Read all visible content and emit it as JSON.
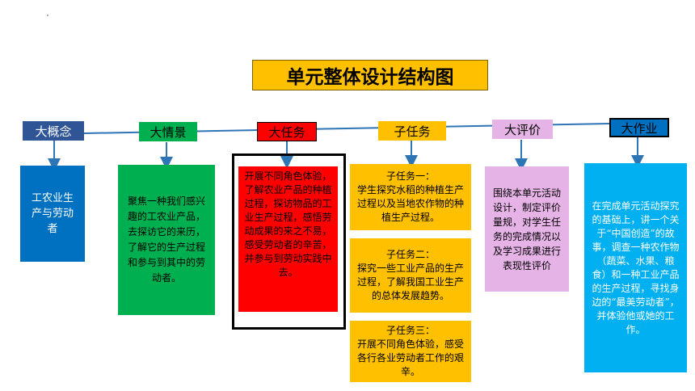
{
  "title": "单元整体设计结构图",
  "columns": [
    {
      "header": "大概念",
      "body": "工农业生产与劳动者"
    },
    {
      "header": "大情景",
      "body": "聚焦一种我们感兴趣的工农业产品，去探访它的来历，了解它的生产过程和参与到其中的劳动者。"
    },
    {
      "header": "大任务",
      "body": "开展不同角色体验，了解农业产品的种植过程，探访物品的工业生产过程，感悟劳动成果的来之不易，感受劳动者的辛苦，并参与到劳动实践中去。"
    },
    {
      "header": "子任务",
      "subtasks": [
        {
          "title": "子任务一：",
          "body": "学生探究水稻的种植生产过程以及当地农作物的种植生产过程。"
        },
        {
          "title": "子任务二：",
          "body": "探究一些工业产品的生产过程，了解我国工业生产的总体发展趋势。"
        },
        {
          "title": "子任务三：",
          "body": "开展不同角色体验，感受各行各业劳动者工作的艰辛。"
        }
      ]
    },
    {
      "header": "大评价",
      "body": "围绕本单元活动设计，制定评价量规，对学生任务的完成情况以及学习成果进行表现性评价"
    },
    {
      "header": "大作业",
      "body": "在完成单元活动探究的基础上，讲一个关于“中国创造”的故事，调查一种农作物（蔬菜、水果、粮食）和一种工业产品的生产过程，寻找身边的“最美劳动者”，并体验他或她的工作。"
    }
  ],
  "colors": {
    "title_bg": "#ffc000",
    "blue": "#0070c0",
    "green": "#00b050",
    "red": "#ff0000",
    "orange": "#ffc000",
    "purple": "#e6b3e6",
    "cyan": "#00b0f0",
    "connector": "#2e75b6"
  }
}
